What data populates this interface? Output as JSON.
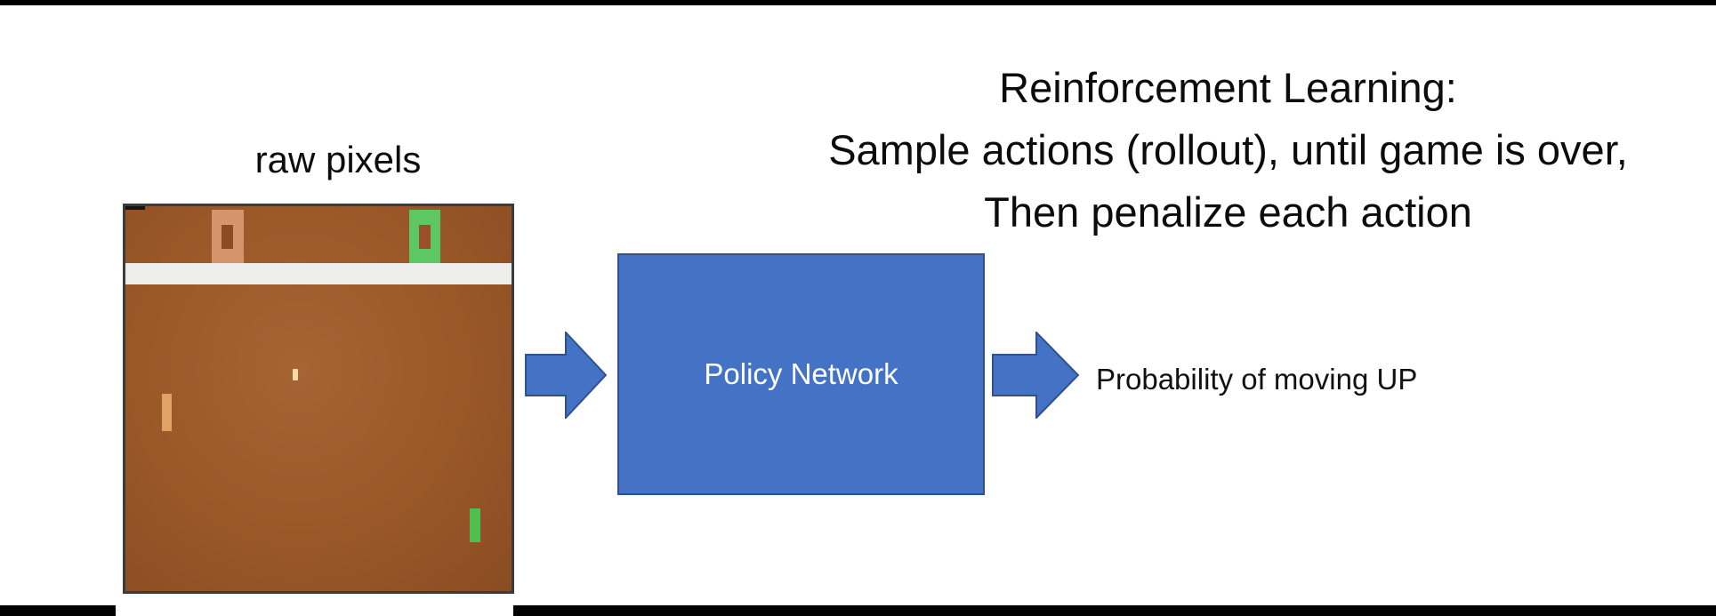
{
  "page": {
    "background": "#ffffff",
    "top_bar_color": "#000000",
    "bottom_bar_color": "#000000"
  },
  "title": {
    "lines": [
      "Reinforcement Learning:",
      "Sample actions (rollout), until game is over,",
      "Then penalize each action"
    ],
    "color": "#0c0c0c"
  },
  "pong": {
    "label": "raw pixels",
    "score_left_value": "0",
    "score_right_value": "0",
    "colors": {
      "background": "#9a5829",
      "background_edge": "#8a4c22",
      "border": "#3b3b3b",
      "score_left": "#d6946c",
      "score_right": "#5dc763",
      "divider_band": "#ededeb",
      "ball": "#f3dba4",
      "paddle_left": "#e0a265",
      "paddle_right": "#4fc04f"
    }
  },
  "policy_box": {
    "label": "Policy Network",
    "fill": "#4472c4",
    "border": "#2f528f",
    "text_color": "#ffffff"
  },
  "arrows": {
    "fill": "#4472c4",
    "stroke": "#2f528f"
  },
  "output": {
    "label": "Probability of moving UP"
  }
}
